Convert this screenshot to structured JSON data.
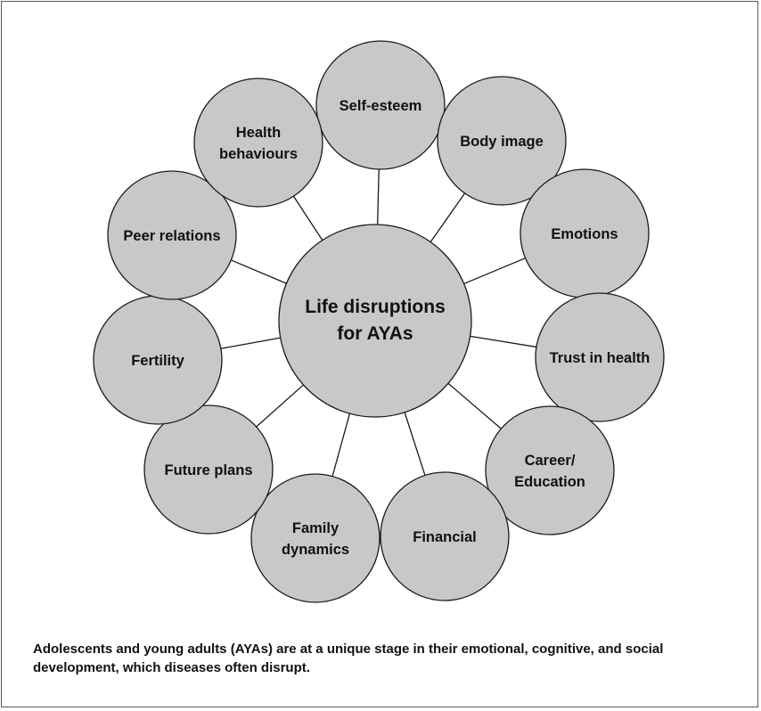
{
  "diagram": {
    "center": {
      "lines": [
        "Life disruptions",
        "for AYAs"
      ]
    },
    "nodes": [
      {
        "id": "self-esteem",
        "lines": [
          "Self-esteem"
        ]
      },
      {
        "id": "body-image",
        "lines": [
          "Body image"
        ]
      },
      {
        "id": "emotions",
        "lines": [
          "Emotions"
        ]
      },
      {
        "id": "trust-in-health",
        "lines": [
          "Trust in health"
        ]
      },
      {
        "id": "career-education",
        "lines": [
          "Career/",
          "Education"
        ]
      },
      {
        "id": "financial",
        "lines": [
          "Financial"
        ]
      },
      {
        "id": "family-dynamics",
        "lines": [
          "Family",
          "dynamics"
        ]
      },
      {
        "id": "future-plans",
        "lines": [
          "Future plans"
        ]
      },
      {
        "id": "fertility",
        "lines": [
          "Fertility"
        ]
      },
      {
        "id": "peer-relations",
        "lines": [
          "Peer relations"
        ]
      },
      {
        "id": "health-behaviours",
        "lines": [
          "Health",
          "behaviours"
        ]
      }
    ]
  },
  "caption": "Adolescents and young adults (AYAs) are at a unique stage in their emotional, cognitive, and social development, which diseases often disrupt.",
  "colors": {
    "circle_fill": "#c8c8c8",
    "stroke": "#1a1a1a",
    "text": "#111111"
  }
}
